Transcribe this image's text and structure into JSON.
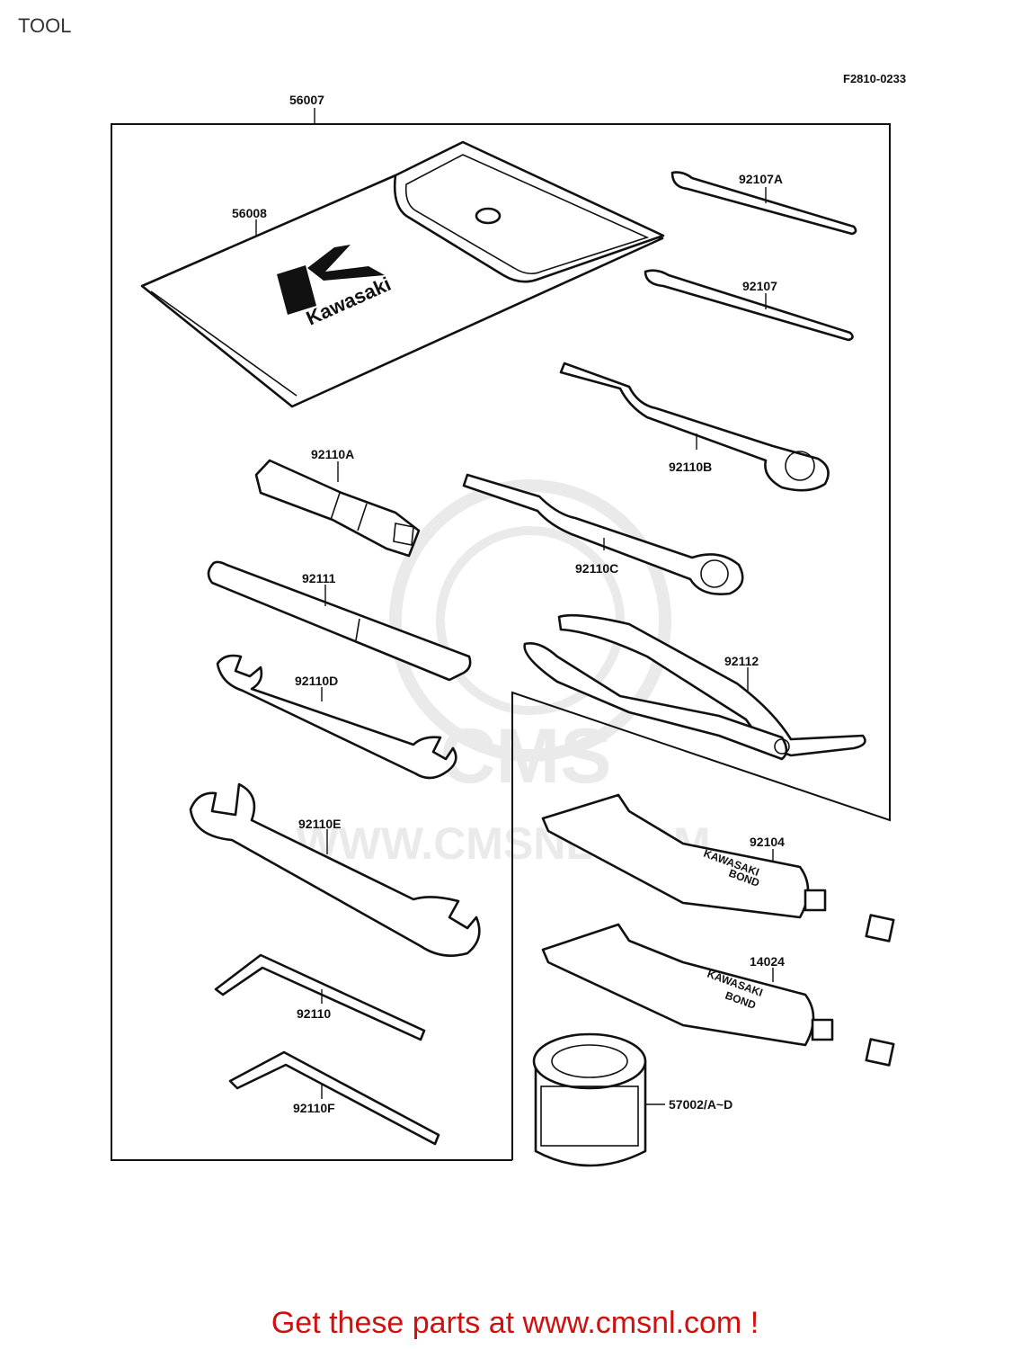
{
  "header": {
    "title": "TOOL",
    "figure_code": "F2810-0233"
  },
  "parts": {
    "tool_kit_frame": "56007",
    "pouch": "56008",
    "screwdriver_a": "92107A",
    "screwdriver": "92107",
    "ring_wrench_b": "92110B",
    "plug_wrench": "92110A",
    "ring_wrench_c": "92110C",
    "handle": "92111",
    "pliers": "92112",
    "wrench_d": "92110D",
    "wrench_e": "92110E",
    "bond_92104": "92104",
    "bond_14024": "14024",
    "hex_key": "92110",
    "hex_key_f": "92110F",
    "grease_can": "57002/A~D"
  },
  "pouch_logo": {
    "brand": "Kawasaki"
  },
  "tube_text": {
    "line1": "KAWASAKI",
    "line2": "BOND"
  },
  "watermark": {
    "brand": "CMS",
    "url": "WWW.CMSNL.COM"
  },
  "footer": {
    "cta": "Get these parts at www.cmsnl.com !"
  },
  "colors": {
    "cta": "#d01010",
    "ink": "#111111",
    "watermark": "#d9d9d9"
  }
}
